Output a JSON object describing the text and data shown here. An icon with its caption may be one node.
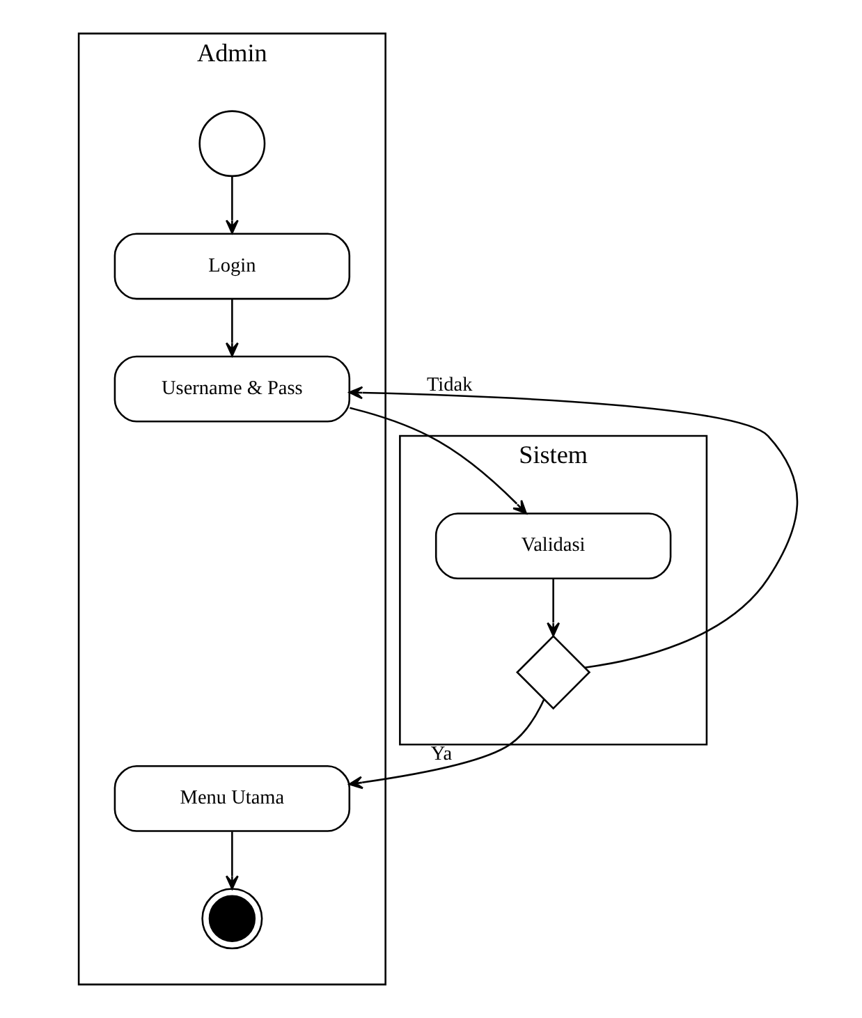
{
  "diagram": {
    "nodes": [
      {
        "text": [
          "Admin"
        ]
      },
      {
        "text": [
          "Sistem"
        ]
      },
      {
        "text": [],
        "shape": "circle",
        "in": 0
      },
      {
        "text": [
          "Login"
        ],
        "in": 0
      },
      {
        "text": [
          "Username & Pass"
        ],
        "in": 0
      },
      {
        "text": [
          "Validasi"
        ],
        "in": 1
      },
      {
        "text": [],
        "shape": "diamond",
        "in": 1
      },
      {
        "text": [
          "Menu Utama"
        ],
        "in": 0
      },
      {
        "text": [],
        "shape": "circle",
        "in": 0
      }
    ],
    "edges": [
      {
        "from": 2,
        "to": 3,
        "arrow": "to"
      },
      {
        "from": 3,
        "to": 4,
        "arrow": "to"
      },
      {
        "from": 4,
        "to": 5,
        "arrow": "to"
      },
      {
        "from": 5,
        "to": 6,
        "arrow": "to"
      },
      {
        "from": 6,
        "to": 4,
        "arrow": "to",
        "label": "Tidak"
      },
      {
        "from": 6,
        "to": 7,
        "arrow": "to",
        "label": "Ya"
      },
      {
        "from": 7,
        "to": 8,
        "arrow": "to"
      }
    ]
  }
}
